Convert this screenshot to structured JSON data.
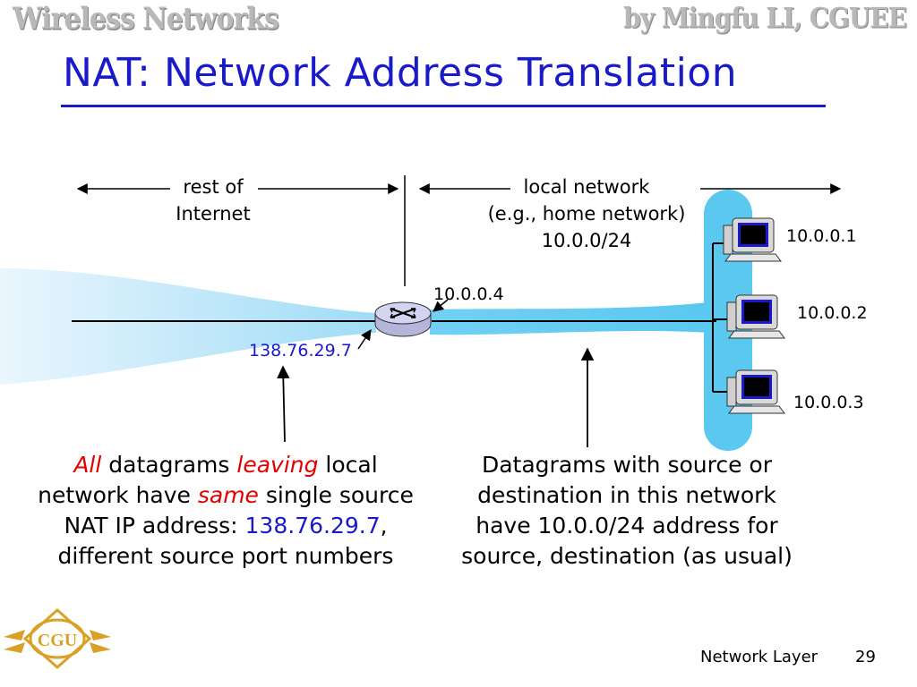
{
  "header": {
    "left": "Wireless Networks",
    "right": "by Mingfu LI, CGUEE"
  },
  "title": "NAT: Network Address Translation",
  "regions": {
    "internet_line1": "rest of",
    "internet_line2": "Internet",
    "local_line1": "local network",
    "local_line2": "(e.g., home network)",
    "local_line3": "10.0.0/24"
  },
  "addresses": {
    "router_local": "10.0.0.4",
    "router_public": "138.76.29.7",
    "host1": "10.0.0.1",
    "host2": "10.0.0.2",
    "host3": "10.0.0.3"
  },
  "left_note": {
    "w1": "All",
    "w2": " datagrams ",
    "w3": "leaving",
    "w4": " local",
    "l2a": "network have ",
    "l2b": "same",
    "l2c": " single source",
    "l3a": "NAT IP address: ",
    "l3b": "138.76.29.7",
    "l3c": ",",
    "l4": "different source port numbers"
  },
  "right_note": {
    "l1": "Datagrams with source or",
    "l2": "destination in this network",
    "l3": "have 10.0.0/24 address for",
    "l4": "source, destination (as usual)"
  },
  "footer": {
    "section": "Network Layer",
    "page": "29",
    "logo_text": "CGU"
  },
  "colors": {
    "title_blue": "#1a1ac8",
    "emphasis_red": "#e00000",
    "network_blue": "#5bc8f0"
  }
}
